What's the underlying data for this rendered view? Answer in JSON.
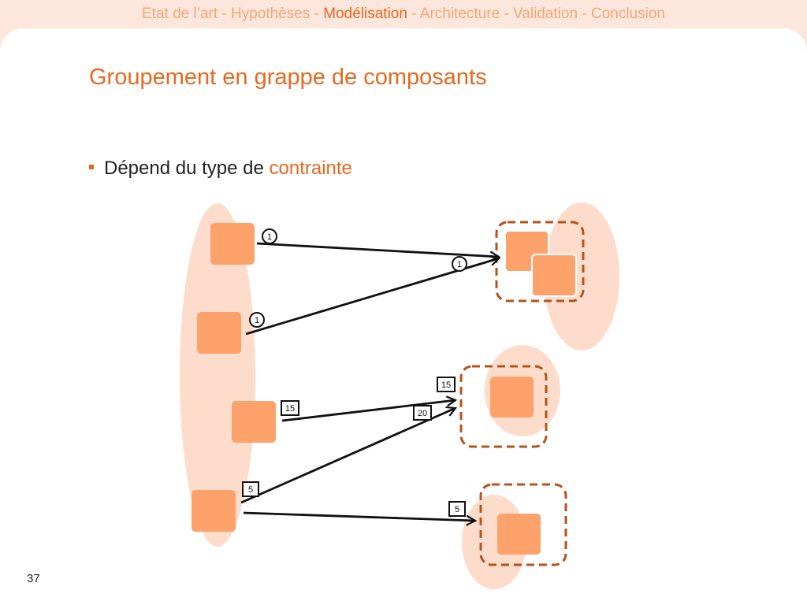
{
  "nav": {
    "items": [
      {
        "label": "Etat de l’art"
      },
      {
        "label": "Hypothèses"
      },
      {
        "label": "Modélisation"
      },
      {
        "label": "Architecture"
      },
      {
        "label": "Validation"
      },
      {
        "label": "Conclusion"
      }
    ],
    "active_index": 2,
    "separator": " - "
  },
  "slide": {
    "title": "Groupement en grappe de composants",
    "bullet_text": "Dépend du type de ",
    "bullet_accent": "contrainte",
    "page_number": "37"
  },
  "diagram": {
    "labels": {
      "l1a": "1",
      "l1b": "1",
      "l1c": "1",
      "l15a": "15",
      "l15b": "15",
      "l20": "20",
      "l5a": "5",
      "l5b": "5"
    }
  },
  "colors": {
    "accent": "#e8681f",
    "nav_inactive": "#f3a676",
    "component": "#fda26b",
    "cluster_fill": "#fddccc",
    "cluster_border": "#b5531c",
    "background": "#fde7dd"
  }
}
